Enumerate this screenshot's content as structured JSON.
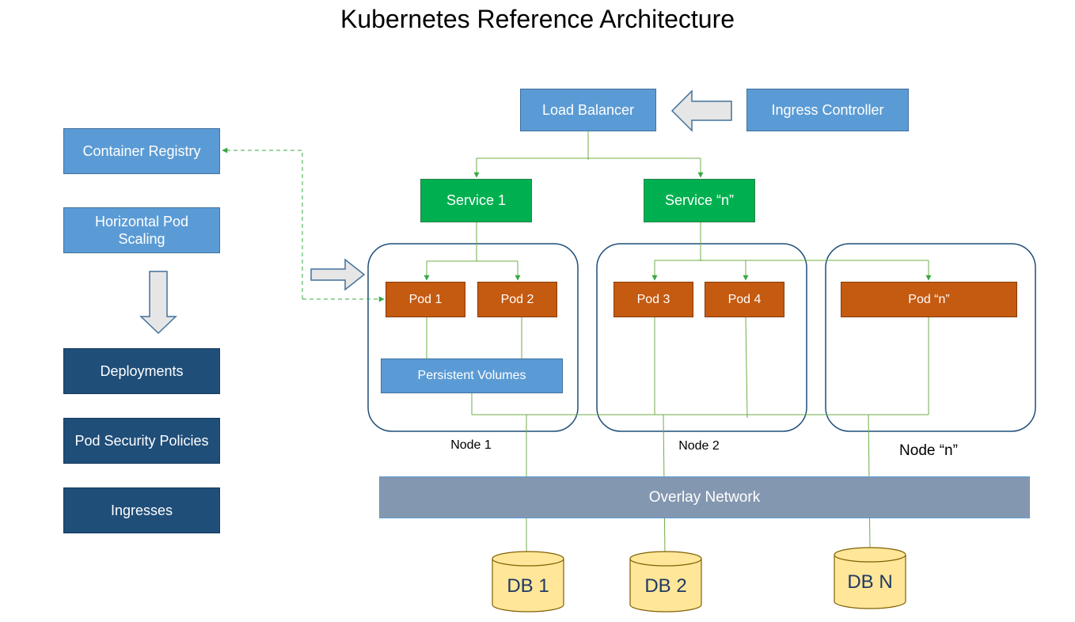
{
  "title": "Kubernetes Reference Architecture",
  "left_panel": {
    "container_registry": "Container Registry",
    "hpa_line1": "Horizontal Pod",
    "hpa_line2": "Scaling",
    "deployments": "Deployments",
    "pod_security_policies": "Pod Security Policies",
    "ingresses": "Ingresses"
  },
  "top": {
    "load_balancer": "Load Balancer",
    "ingress_controller": "Ingress Controller"
  },
  "services": [
    "Service 1",
    "Service “n”"
  ],
  "pods": [
    "Pod 1",
    "Pod 2",
    "Pod 3",
    "Pod 4",
    "Pod “n”"
  ],
  "persistent_volumes": "Persistent Volumes",
  "nodes": [
    "Node 1",
    "Node 2",
    "Node “n”"
  ],
  "overlay_network": "Overlay Network",
  "databases": [
    "DB 1",
    "DB 2",
    "DB N"
  ],
  "colors": {
    "light_blue": "#5b9bd5",
    "green": "#00b050",
    "orange": "#c55a11",
    "navy": "#1f4e79",
    "overlay": "#8497b0",
    "db_fill": "#ffe699",
    "connector": "#70ad47",
    "arrow_fill": "#e7e6e6"
  }
}
